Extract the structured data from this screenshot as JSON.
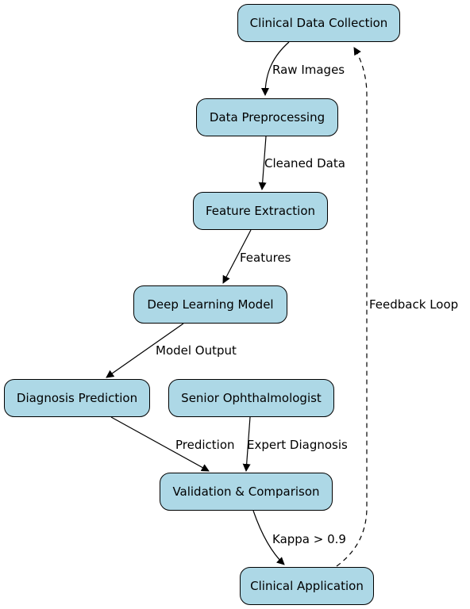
{
  "nodes": {
    "clinical_data_collection": "Clinical Data Collection",
    "data_preprocessing": "Data Preprocessing",
    "feature_extraction": "Feature Extraction",
    "deep_learning_model": "Deep Learning Model",
    "diagnosis_prediction": "Diagnosis Prediction",
    "senior_ophthalmologist": "Senior Ophthalmologist",
    "validation_comparison": "Validation & Comparison",
    "clinical_application": "Clinical Application"
  },
  "edges": {
    "raw_images": "Raw Images",
    "cleaned_data": "Cleaned Data",
    "features": "Features",
    "model_output": "Model Output",
    "prediction": "Prediction",
    "expert_diagnosis": "Expert Diagnosis",
    "kappa": "Kappa > 0.9",
    "feedback_loop": "Feedback Loop"
  },
  "colors": {
    "node_fill": "#add8e6",
    "stroke": "#000000"
  }
}
